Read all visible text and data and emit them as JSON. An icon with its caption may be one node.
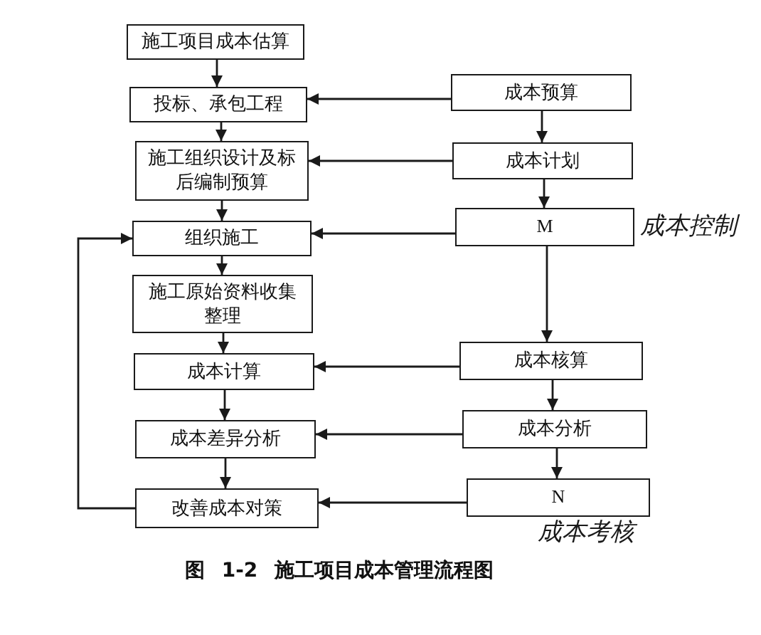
{
  "diagram": {
    "caption": "图 1-2 施工项目成本管理流程图",
    "nodes": [
      {
        "text": [
          "施工项目成本估算"
        ]
      },
      {
        "text": [
          "投标、承包工程"
        ]
      },
      {
        "text": [
          "施工组织设计及标后编制预算"
        ]
      },
      {
        "text": [
          "组织施工"
        ]
      },
      {
        "text": [
          "施工原始资料收集整理"
        ]
      },
      {
        "text": [
          "成本计算"
        ]
      },
      {
        "text": [
          "成本差异分析"
        ]
      },
      {
        "text": [
          "改善成本对策"
        ]
      },
      {
        "text": [
          "成本预算"
        ]
      },
      {
        "text": [
          "成本计划"
        ]
      },
      {
        "text": [
          "M"
        ],
        "beside": [
          "成本控制"
        ]
      },
      {
        "text": [
          "成本核算"
        ]
      },
      {
        "text": [
          "成本分析"
        ]
      },
      {
        "text": [
          "N"
        ],
        "beside": [
          "成本考核"
        ]
      }
    ],
    "edges": [
      {
        "from": 0,
        "to": 1,
        "arrow": "to"
      },
      {
        "from": 1,
        "to": 2,
        "arrow": "to"
      },
      {
        "from": 2,
        "to": 3,
        "arrow": "to"
      },
      {
        "from": 3,
        "to": 4,
        "arrow": "to"
      },
      {
        "from": 4,
        "to": 5,
        "arrow": "to"
      },
      {
        "from": 5,
        "to": 6,
        "arrow": "to"
      },
      {
        "from": 6,
        "to": 7,
        "arrow": "to"
      },
      {
        "from": 8,
        "to": 9,
        "arrow": "to"
      },
      {
        "from": 9,
        "to": 10,
        "arrow": "to"
      },
      {
        "from": 10,
        "to": 11,
        "arrow": "to"
      },
      {
        "from": 11,
        "to": 12,
        "arrow": "to"
      },
      {
        "from": 12,
        "to": 13,
        "arrow": "to"
      },
      {
        "from": 8,
        "to": 1,
        "arrow": "to"
      },
      {
        "from": 9,
        "to": 2,
        "arrow": "to"
      },
      {
        "from": 10,
        "to": 3,
        "arrow": "to"
      },
      {
        "from": 11,
        "to": 5,
        "arrow": "to"
      },
      {
        "from": 12,
        "to": 6,
        "arrow": "to"
      },
      {
        "from": 13,
        "to": 7,
        "arrow": "to"
      },
      {
        "from": 7,
        "to": 3,
        "arrow": "to"
      }
    ]
  }
}
